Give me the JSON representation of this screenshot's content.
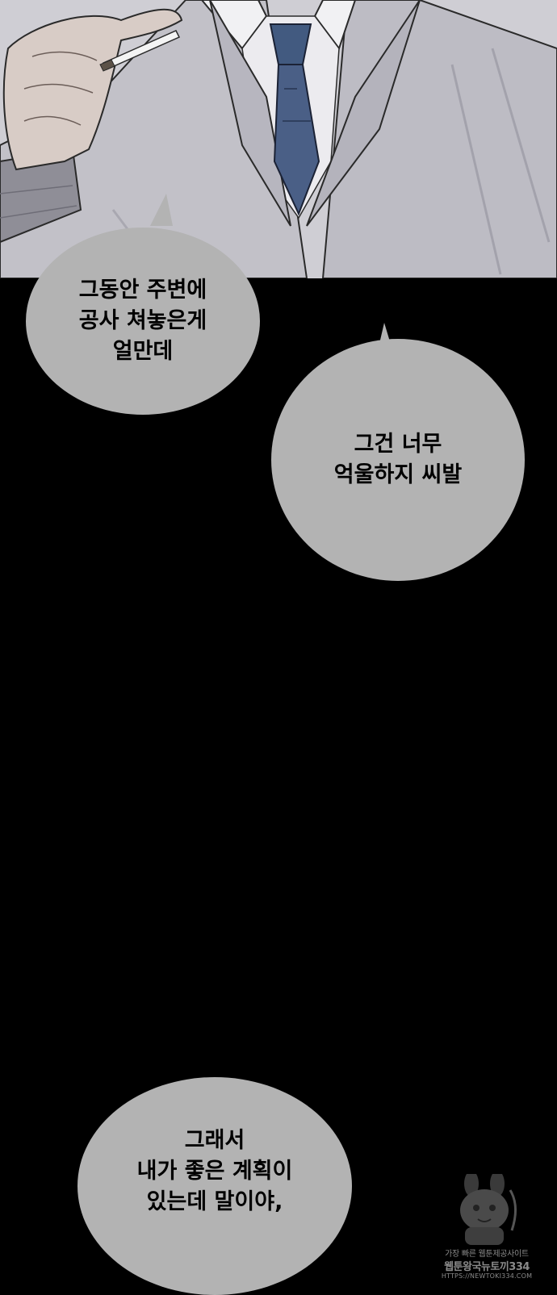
{
  "bubbles": {
    "first": {
      "lines": [
        "그동안 주변에",
        "공사 쳐놓은게",
        "얼만데"
      ]
    },
    "second": {
      "lines": [
        "그건 너무",
        "억울하지 씨발"
      ]
    },
    "third": {
      "lines": [
        "그래서",
        "내가 좋은 계획이",
        "있는데 말이야,"
      ]
    }
  },
  "watermark": {
    "line1": "가장 빠른 웹툰제공사이트",
    "line2": "웹툰왕국뉴토끼334",
    "line3": "HTTPS://NEWTOKI334.COM"
  },
  "colors": {
    "bubble": "#b3b3b3",
    "background": "#000000",
    "tie": "#4a5f86"
  }
}
